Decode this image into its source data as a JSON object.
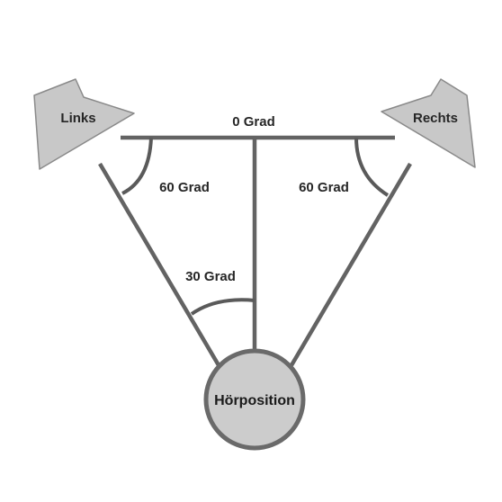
{
  "speakers": {
    "left_label": "Links",
    "right_label": "Rechts"
  },
  "angles": {
    "front": "0 Grad",
    "left": "60 Grad",
    "right": "60 Grad",
    "center": "30 Grad"
  },
  "listener": {
    "label": "Hörposition"
  },
  "colors": {
    "line": "#636363",
    "speaker_fill": "#c8c8c8",
    "listener_fill": "#cccccc",
    "text": "#262626"
  }
}
